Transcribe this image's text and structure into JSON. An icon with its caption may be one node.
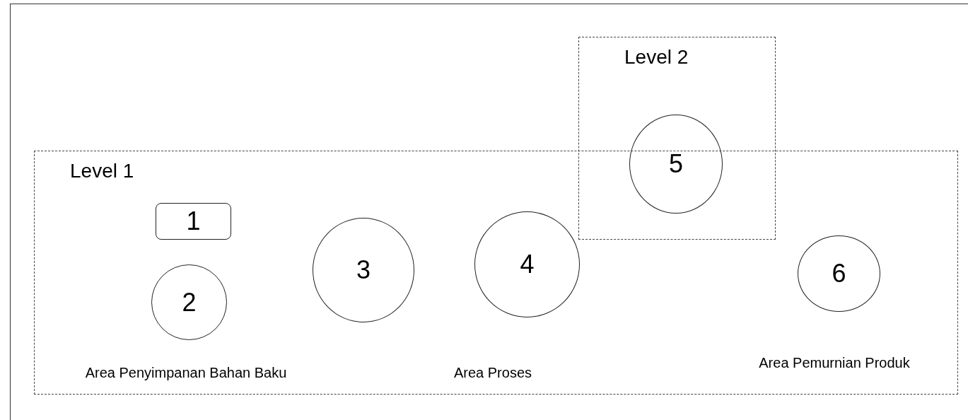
{
  "diagram": {
    "nodes": [
      {
        "text": [
          "Level 1"
        ]
      },
      {
        "text": [
          "1"
        ],
        "in": 0
      },
      {
        "text": [
          "2"
        ],
        "in": 0
      },
      {
        "text": [
          "3"
        ],
        "in": 0
      },
      {
        "text": [
          "4"
        ],
        "in": 0
      },
      {
        "text": [
          "Level 2"
        ]
      },
      {
        "text": [
          "5"
        ],
        "in": 5
      },
      {
        "text": [
          "6"
        ],
        "in": 0
      }
    ],
    "edges": [],
    "labels": [
      "Area Penyimpanan Bahan Baku",
      "Area Proses",
      "Area Pemurnian Produk"
    ]
  }
}
